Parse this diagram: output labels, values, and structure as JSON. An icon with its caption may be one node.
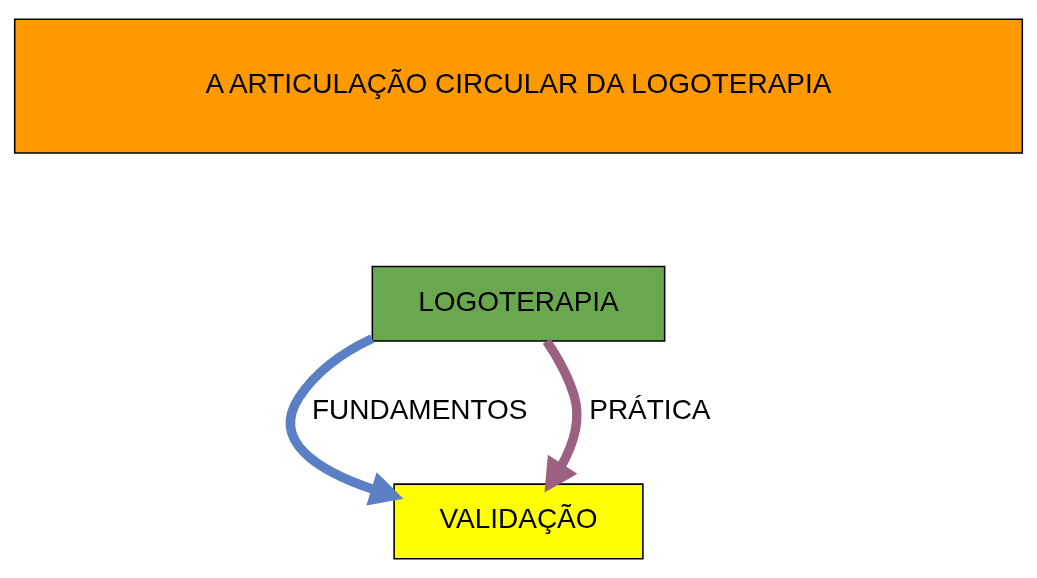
{
  "diagram": {
    "nodes": [
      {
        "text": [
          "A ARTICULAÇÃO CIRCULAR DA LOGOTERAPIA"
        ]
      },
      {
        "text": [
          "LOGOTERAPIA"
        ]
      },
      {
        "text": [
          "VALIDAÇÃO"
        ]
      }
    ],
    "edges": [
      {
        "from": 1,
        "to": 2,
        "label": "FUNDAMENTOS",
        "arrow": "to",
        "color": "#5b7fc4"
      },
      {
        "from": 1,
        "to": 2,
        "label": "PRÁTICA",
        "arrow": "to",
        "color": "#9c6080"
      }
    ]
  }
}
